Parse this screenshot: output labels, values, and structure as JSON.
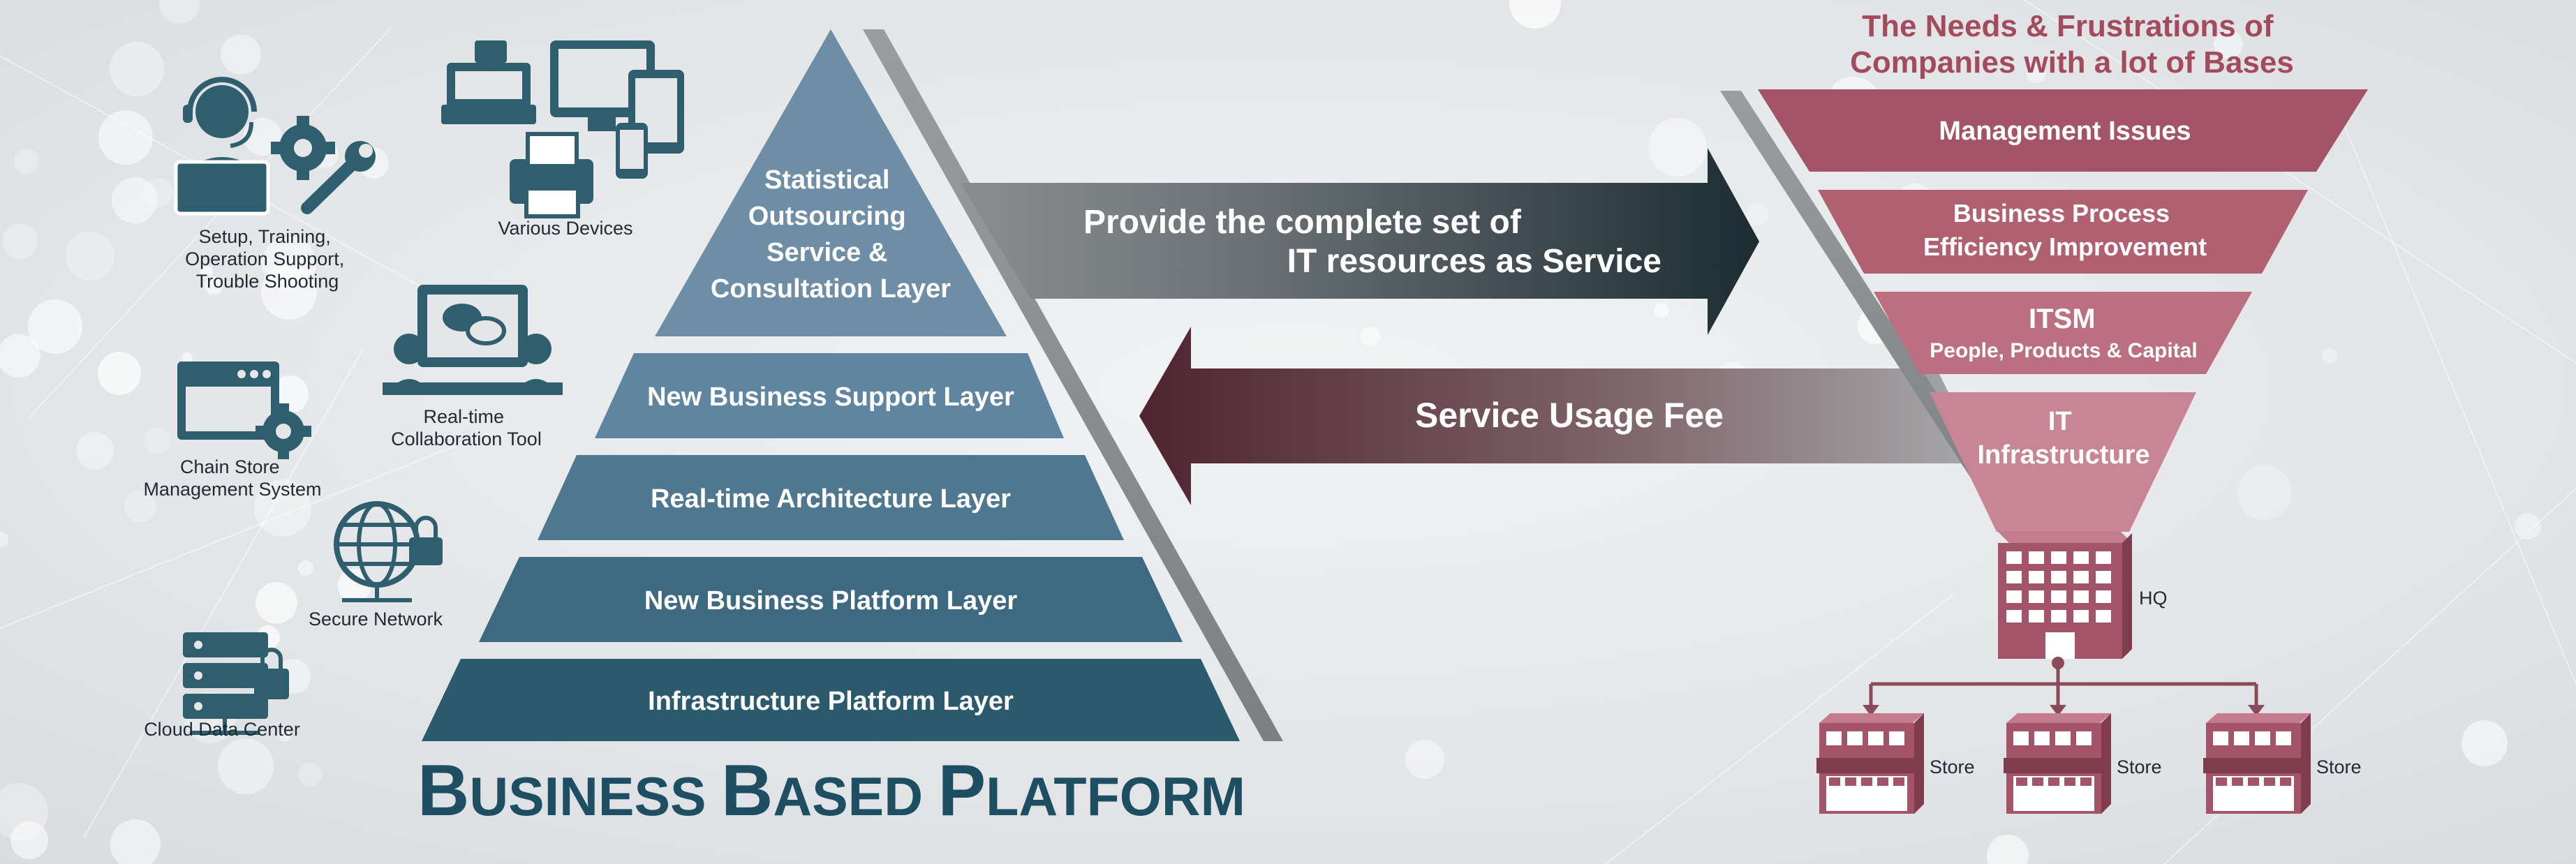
{
  "icons": {
    "support": {
      "label_lines": [
        "Setup, Training,",
        "Operation Support,",
        "Trouble Shooting"
      ],
      "icon": "support-agent-icon"
    },
    "devices": {
      "label": "Various Devices",
      "icon": "devices-icon"
    },
    "collab": {
      "label_lines": [
        "Real-time",
        "Collaboration Tool"
      ],
      "icon": "collaboration-icon"
    },
    "chain": {
      "label_lines": [
        "Chain Store",
        "Management System"
      ],
      "icon": "browser-gear-icon"
    },
    "network": {
      "label": "Secure Network",
      "icon": "globe-lock-icon"
    },
    "datacenter": {
      "label": "Cloud Data Center",
      "icon": "server-lock-icon"
    }
  },
  "pyramid": {
    "top_lines": [
      "Statistical",
      "Outsourcing",
      "Service &",
      "Consultation Layer"
    ],
    "layers": [
      "New Business Support Layer",
      "Real-time Architecture Layer",
      "New Business Platform Layer",
      "Infrastructure Platform Layer"
    ]
  },
  "brand": {
    "parts": [
      {
        "big": "B",
        "rest": "USINESS "
      },
      {
        "big": "B",
        "rest": "ASED "
      },
      {
        "big": "P",
        "rest": "LATFORM"
      }
    ]
  },
  "arrows": {
    "provide_lines": [
      "Provide the complete set of",
      "IT resources as Service"
    ],
    "fee": "Service Usage Fee"
  },
  "funnel": {
    "title_lines": [
      "The Needs & Frustrations of",
      "Companies with a lot of Bases"
    ],
    "levels": [
      {
        "lines": [
          "Management Issues"
        ]
      },
      {
        "lines": [
          "Business Process",
          "Efficiency Improvement"
        ]
      },
      {
        "lines": [
          "ITSM",
          "People, Products & Capital"
        ]
      },
      {
        "lines": [
          "IT",
          "Infrastructure"
        ]
      }
    ]
  },
  "buildings": {
    "hq": "HQ",
    "stores": [
      "Store",
      "Store",
      "Store"
    ]
  },
  "colors": {
    "pyramid_top": "#6e8ea6",
    "pyramid_bottom": "#2a5a6b",
    "funnel": "#a35468",
    "funnel_light": "#c88595",
    "icon": "#2f5f6f",
    "arrow_dark": "#1f2f36",
    "arrow_red": "#5a2a36",
    "building": "#a35468"
  }
}
